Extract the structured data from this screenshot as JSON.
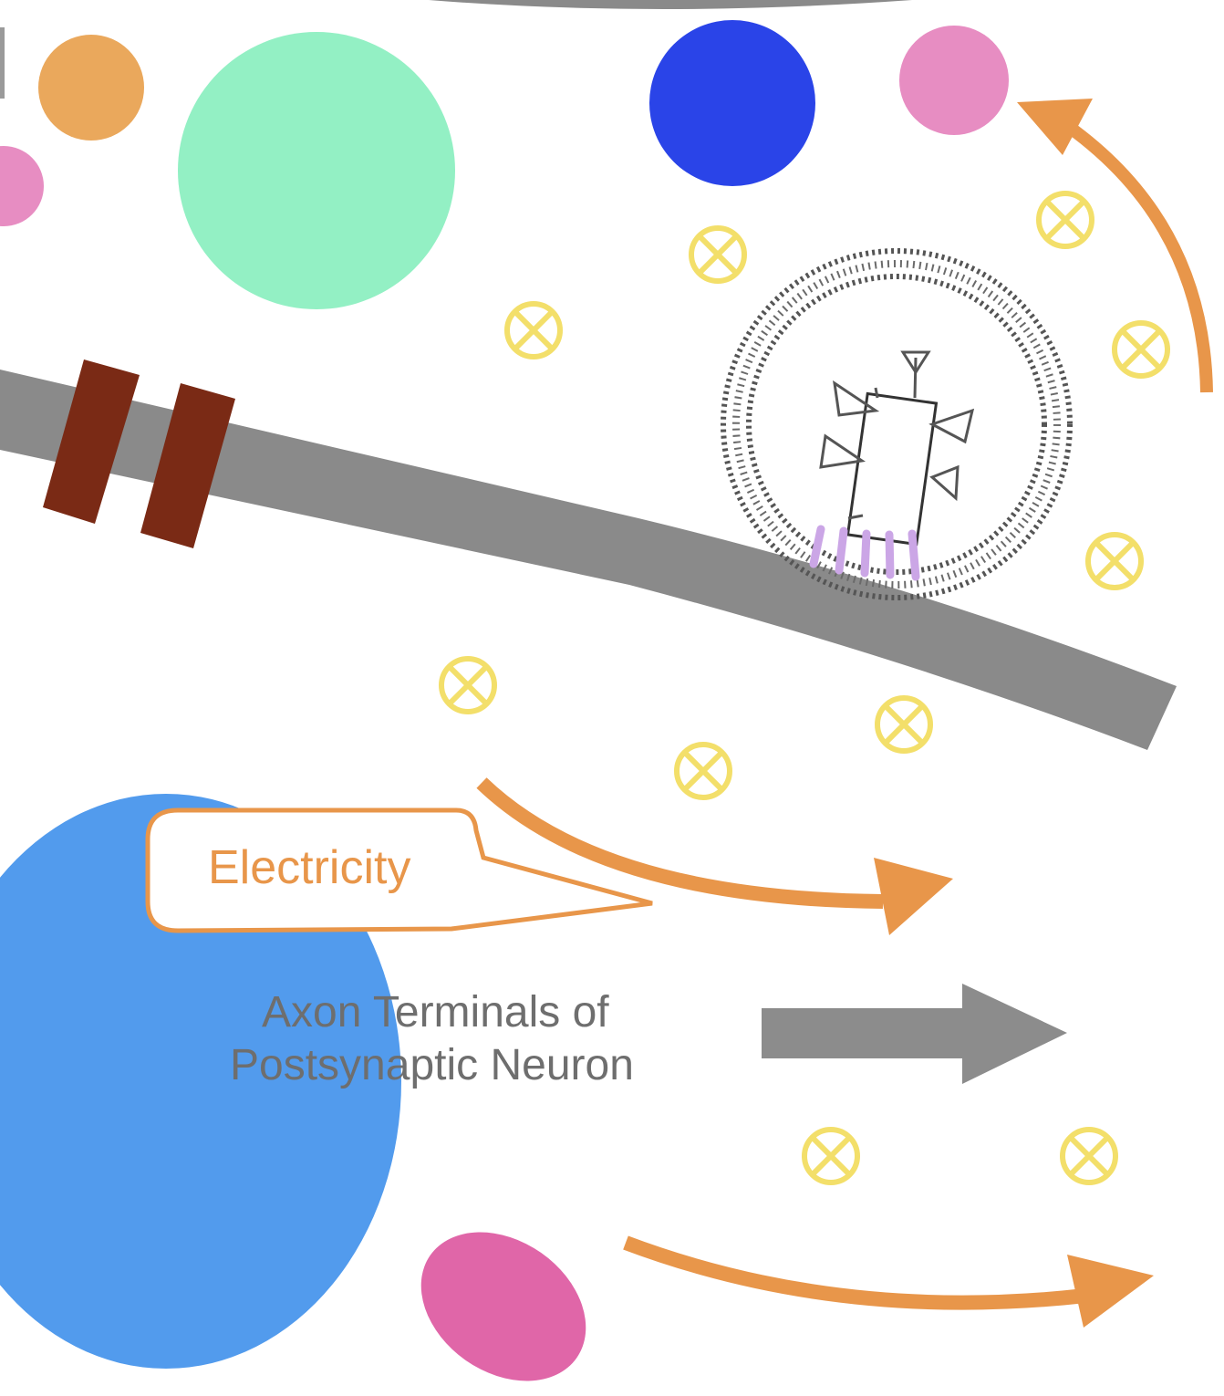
{
  "labels": {
    "electricity": "Electricity",
    "axon_line1": "Axon Terminals of",
    "axon_line2": "Postsynaptic Neuron"
  },
  "icons": {
    "neurotransmitter": "circle-x-icon",
    "vesicle": "vesicle-icon"
  },
  "colors": {
    "background": "#ffffff",
    "membrane": "#8a8a8a",
    "channel": "#7a2a15",
    "arrow_orange": "#e8964a",
    "arrow_gray": "#8c8c8c",
    "neurotransmitter": "#f3df6a",
    "vesicle_ring": "#555555",
    "vesicle_dock": "#cba6e6",
    "blob_orange": "#eaa85c",
    "blob_mint": "#93f0c4",
    "blob_blue_dark": "#2a44e8",
    "blob_pink": "#e78dc2",
    "blob_blue_large": "#529bed",
    "blob_magenta": "#e066a8",
    "label_text_gray": "#6e6e6e"
  }
}
